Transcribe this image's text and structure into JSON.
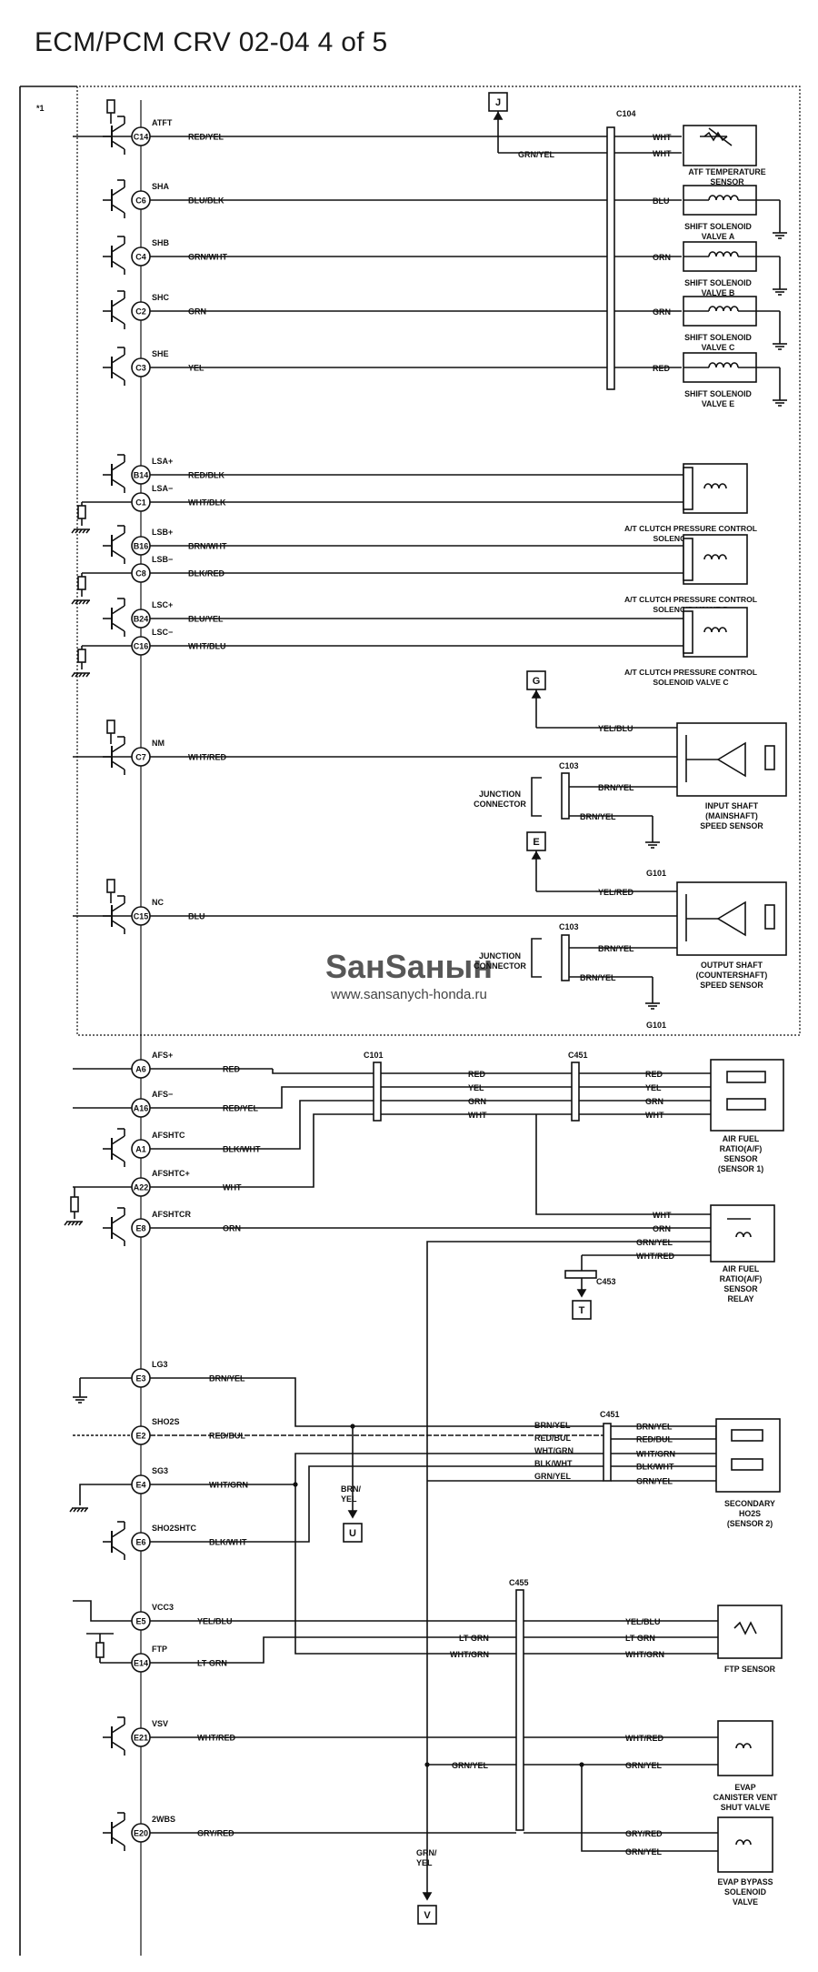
{
  "title": "ECM/PCM CRV 02-04  4 of 5",
  "watermark": {
    "main": "SанSанын",
    "url": "www.sansanych-honda.ru"
  },
  "colors": {
    "line": "#111111",
    "paper": "#ffffff",
    "watermark": "#c8c8c8"
  },
  "star_note": "*1",
  "pins": [
    {
      "id": "C14",
      "sig": "ATFT",
      "wire": "RED/YEL"
    },
    {
      "id": "C6",
      "sig": "SHA",
      "wire": "BLU/BLK"
    },
    {
      "id": "C4",
      "sig": "SHB",
      "wire": "GRN/WHT"
    },
    {
      "id": "C2",
      "sig": "SHC",
      "wire": "GRN"
    },
    {
      "id": "C3",
      "sig": "SHE",
      "wire": "YEL"
    },
    {
      "id": "B14",
      "sig": "LSA+",
      "wire": "RED/BLK"
    },
    {
      "id": "C1",
      "sig": "LSA−",
      "wire": "WHT/BLK"
    },
    {
      "id": "B16",
      "sig": "LSB+",
      "wire": "BRN/WHT"
    },
    {
      "id": "C8",
      "sig": "LSB−",
      "wire": "BLK/RED"
    },
    {
      "id": "B24",
      "sig": "LSC+",
      "wire": "BLU/YEL"
    },
    {
      "id": "C16",
      "sig": "LSC−",
      "wire": "WHT/BLU"
    },
    {
      "id": "C7",
      "sig": "NM",
      "wire": "WHT/RED"
    },
    {
      "id": "C15",
      "sig": "NC",
      "wire": "BLU"
    },
    {
      "id": "A6",
      "sig": "AFS+",
      "wire": "RED"
    },
    {
      "id": "A16",
      "sig": "AFS−",
      "wire": "RED/YEL"
    },
    {
      "id": "A1",
      "sig": "AFSHTC",
      "wire": "BLK/WHT"
    },
    {
      "id": "A22",
      "sig": "AFSHTC+",
      "wire": "WHT"
    },
    {
      "id": "E8",
      "sig": "AFSHTCR",
      "wire": "ORN"
    },
    {
      "id": "E3",
      "sig": "LG3",
      "wire": "BRN/YEL"
    },
    {
      "id": "E2",
      "sig": "SHO2S",
      "wire": "RED/BUL"
    },
    {
      "id": "E4",
      "sig": "SG3",
      "wire": "WHT/GRN"
    },
    {
      "id": "E6",
      "sig": "SHO2SHTC",
      "wire": "BLK/WHT"
    },
    {
      "id": "E5",
      "sig": "VCC3",
      "wire": "YEL/BLU"
    },
    {
      "id": "E14",
      "sig": "FTP",
      "wire": "LT GRN"
    },
    {
      "id": "E21",
      "sig": "VSV",
      "wire": "WHT/RED"
    },
    {
      "id": "E20",
      "sig": "2WBS",
      "wire": "GRY/RED"
    }
  ],
  "connectors": [
    "C104",
    "C103",
    "C103",
    "C101",
    "C451",
    "C451",
    "C453",
    "C455"
  ],
  "right_wires": {
    "c104": [
      "WHT",
      "WHT",
      "BLU",
      "ORN",
      "GRN",
      "RED"
    ],
    "c104_in": "GRN/YEL",
    "c101_out": [
      "RED",
      "YEL",
      "GRN",
      "WHT"
    ],
    "c451_out": [
      "RED",
      "YEL",
      "GRN",
      "WHT"
    ],
    "relay": [
      "WHT",
      "ORN",
      "GRN/YEL",
      "WHT/RED"
    ],
    "ho2s_mid": [
      "BRN/YEL",
      "RED/BUL",
      "WHT/GRN",
      "BLK/WHT",
      "GRN/YEL"
    ],
    "ho2s_out": [
      "BRN/YEL",
      "RED/BUL",
      "WHT/GRN",
      "BLK/WHT",
      "GRN/YEL"
    ],
    "c455_mid": [
      "LT GRN",
      "WHT/GRN",
      "GRN/YEL"
    ],
    "c455_out": [
      "YEL/BLU",
      "LT GRN",
      "WHT/GRN",
      "WHT/RED",
      "GRN/YEL",
      "GRY/RED",
      "GRN/YEL"
    ],
    "is_top": "YEL/BLU",
    "is_mid": "BRN/YEL",
    "is_bot": "BRN/YEL",
    "os_top": "YEL/RED",
    "os_mid": "BRN/YEL",
    "os_bot": "BRN/YEL",
    "u_down": [
      "BRN/",
      "YEL"
    ],
    "v_down": [
      "GRN/",
      "YEL"
    ]
  },
  "terminals": [
    "J",
    "G",
    "E",
    "T",
    "U",
    "V"
  ],
  "grounds": [
    "G101",
    "G101"
  ],
  "junction_label": [
    "JUNCTION",
    "CONNECTOR"
  ],
  "components": {
    "atft": [
      "ATF TEMPERATURE",
      "SENSOR"
    ],
    "sha": [
      "SHIFT SOLENOID",
      "VALVE A"
    ],
    "shb": [
      "SHIFT SOLENOID",
      "VALVE B"
    ],
    "shc": [
      "SHIFT SOLENOID",
      "VALVE C"
    ],
    "she": [
      "SHIFT SOLENOID",
      "VALVE E"
    ],
    "lsa": [
      "A/T CLUTCH PRESSURE CONTROL",
      "SOLENOID VALVE A"
    ],
    "lsb": [
      "A/T CLUTCH PRESSURE CONTROL",
      "SOLENOID VALVE B"
    ],
    "lsc": [
      "A/T CLUTCH PRESSURE CONTROL",
      "SOLENOID VALVE C"
    ],
    "is": [
      "INPUT SHAFT",
      "(MAINSHAFT)",
      "SPEED SENSOR"
    ],
    "os": [
      "OUTPUT SHAFT",
      "(COUNTERSHAFT)",
      "SPEED SENSOR"
    ],
    "afs": [
      "AIR FUEL",
      "RATIO(A/F)",
      "SENSOR",
      "(SENSOR 1)"
    ],
    "relay": [
      "AIR FUEL",
      "RATIO(A/F)",
      "SENSOR",
      "RELAY"
    ],
    "ho2s": [
      "SECONDARY",
      "HO2S",
      "(SENSOR 2)"
    ],
    "ftp": [
      "FTP SENSOR"
    ],
    "vent": [
      "EVAP",
      "CANISTER VENT",
      "SHUT VALVE"
    ],
    "bypass": [
      "EVAP BYPASS",
      "SOLENOID",
      "VALVE"
    ]
  }
}
